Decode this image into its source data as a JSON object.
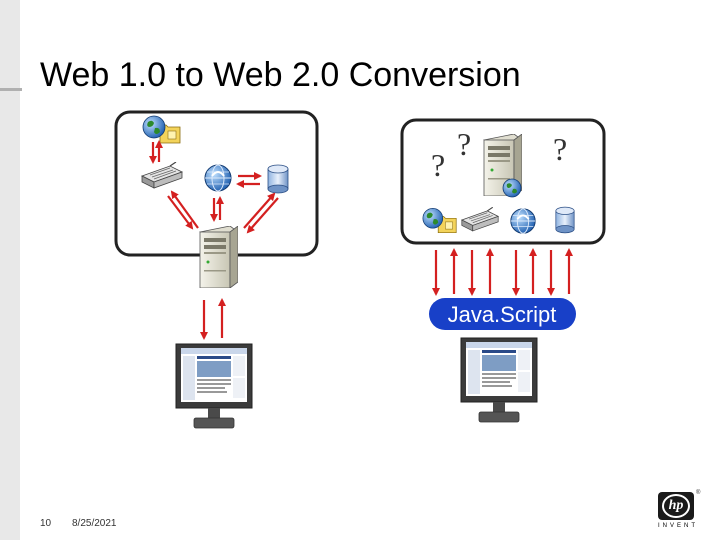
{
  "slide": {
    "title": "Web 1.0 to Web 2.0 Conversion",
    "page_number": "10",
    "date": "8/25/2021"
  },
  "diagram": {
    "javascript_label": "Java.Script",
    "question_marks": [
      "?",
      "?",
      "?"
    ],
    "colors": {
      "arrow": "#d42020",
      "box_border": "#222222",
      "pill": "#1840c8",
      "pill_text": "#ffffff"
    },
    "icons": [
      "globe-folder-icon",
      "modem-icon",
      "web-globe-icon",
      "database-icon",
      "server-icon",
      "monitor-icon"
    ]
  },
  "logo": {
    "mark": "hp",
    "text": "INVENT",
    "tm": "®"
  }
}
